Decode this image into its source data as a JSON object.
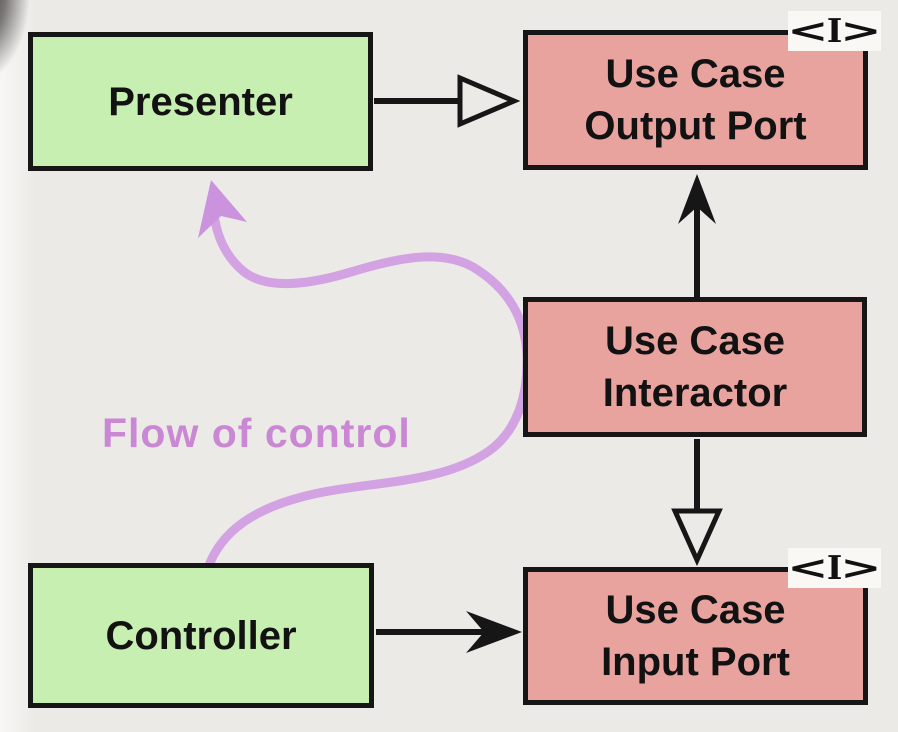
{
  "diagram": {
    "flow_label": "Flow of control",
    "interface_marker": {
      "open": "<",
      "letter": "I",
      "close": ">"
    },
    "nodes": {
      "presenter": {
        "label": "Presenter"
      },
      "controller": {
        "label": "Controller"
      },
      "use_case_output_port": {
        "line1": "Use Case",
        "line2": "Output Port"
      },
      "use_case_interactor": {
        "line1": "Use Case",
        "line2": "Interactor"
      },
      "use_case_input_port": {
        "line1": "Use Case",
        "line2": "Input Port"
      }
    },
    "edges": [
      {
        "from": "Presenter",
        "to": "Use Case Output Port",
        "arrowhead": "open-triangle"
      },
      {
        "from": "Use Case Interactor",
        "to": "Use Case Output Port",
        "arrowhead": "solid-dart"
      },
      {
        "from": "Use Case Interactor",
        "to": "Use Case Input Port",
        "arrowhead": "open-triangle"
      },
      {
        "from": "Controller",
        "to": "Use Case Input Port",
        "arrowhead": "solid-dart"
      },
      {
        "from": "Controller",
        "to": "Presenter",
        "arrowhead": "purple-curve",
        "label": "Flow of control"
      }
    ],
    "colors": {
      "background": "#eceae7",
      "component_fill_green": "#c8efb2",
      "interface_fill_pink": "#e8a39f",
      "border_black": "#161616",
      "flow_curve_purple": "#d3a2e2",
      "flow_label_purple": "#c987d4",
      "marker_chip_white": "#f9f8f5"
    }
  }
}
